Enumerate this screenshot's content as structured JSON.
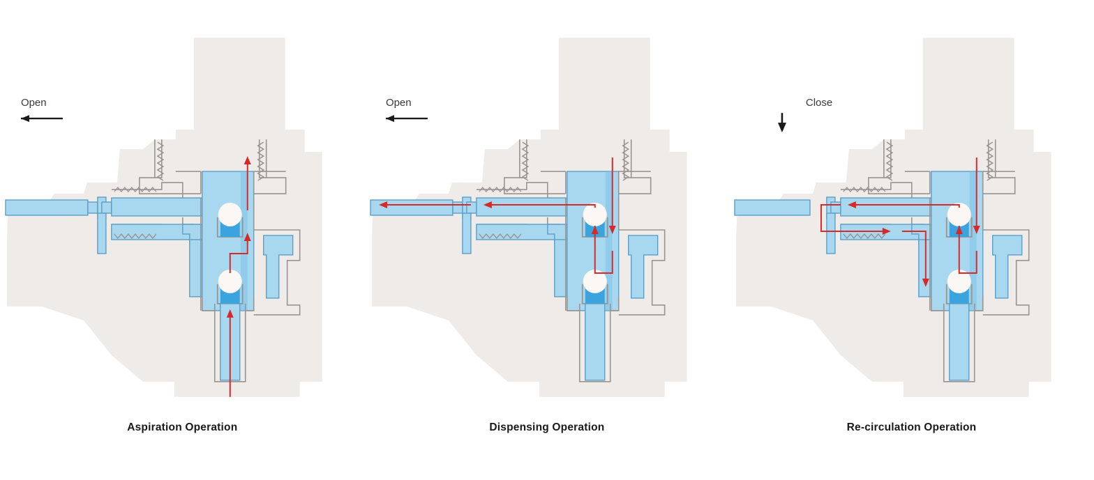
{
  "figure": {
    "background_color": "#ffffff",
    "panel_count": 3
  },
  "palette": {
    "body_fill": "#efebe8",
    "body_stroke": "#9a9490",
    "fluid_fill": "#a8d8f0",
    "fluid_stroke": "#5d9ec4",
    "fluid_dark": "#3ba3dd",
    "ball_fill": "#faf7f4",
    "arrow_red": "#d42a2a",
    "arrow_black": "#1a1a1a",
    "caption_color": "#1a1a1a"
  },
  "panels": [
    {
      "id": "aspiration",
      "caption": "Aspiration Operation",
      "state_label": "Open",
      "state_arrow_direction": "left",
      "inlet_connected": true,
      "flow_arrows": [
        {
          "name": "bottom-inlet-up",
          "direction": "up",
          "path": "nozzle-inlet-to-lower-check-valve"
        },
        {
          "name": "lower-chamber-up",
          "direction": "up",
          "path": "lower-check-valve-to-mid-channel"
        },
        {
          "name": "mid-riser-up",
          "direction": "up",
          "path": "mid-channel-to-upper-bore"
        },
        {
          "name": "upper-bore-up",
          "direction": "up",
          "path": "upper-bore-to-plunger-chamber"
        }
      ]
    },
    {
      "id": "dispensing",
      "caption": "Dispensing Operation",
      "state_label": "Open",
      "state_arrow_direction": "left",
      "inlet_connected": true,
      "flow_arrows": [
        {
          "name": "upper-bore-down",
          "direction": "down",
          "path": "plunger-chamber-to-mid-channel"
        },
        {
          "name": "check-valve-up",
          "direction": "up",
          "path": "mid-channel-to-upper-check-valve"
        },
        {
          "name": "outlet-left-1",
          "direction": "left",
          "path": "upper-check-valve-to-outlet-pipe"
        },
        {
          "name": "outlet-left-2",
          "direction": "left",
          "path": "outlet-pipe-to-nozzle-tip"
        }
      ]
    },
    {
      "id": "re-circulation",
      "caption": "Re-circulation Operation",
      "state_label": "Close",
      "state_arrow_direction": "down",
      "inlet_connected": false,
      "flow_arrows": [
        {
          "name": "upper-bore-down",
          "direction": "down",
          "path": "plunger-chamber-to-mid-channel"
        },
        {
          "name": "check-valve-up",
          "direction": "up",
          "path": "mid-channel-to-upper-check-valve"
        },
        {
          "name": "return-left-upper",
          "direction": "left",
          "path": "upper-check-valve-to-return-elbow"
        },
        {
          "name": "return-right-lower",
          "direction": "right",
          "path": "return-elbow-to-lower-channel"
        },
        {
          "name": "return-down",
          "direction": "down",
          "path": "lower-channel-to-recirculation-port"
        }
      ]
    }
  ]
}
